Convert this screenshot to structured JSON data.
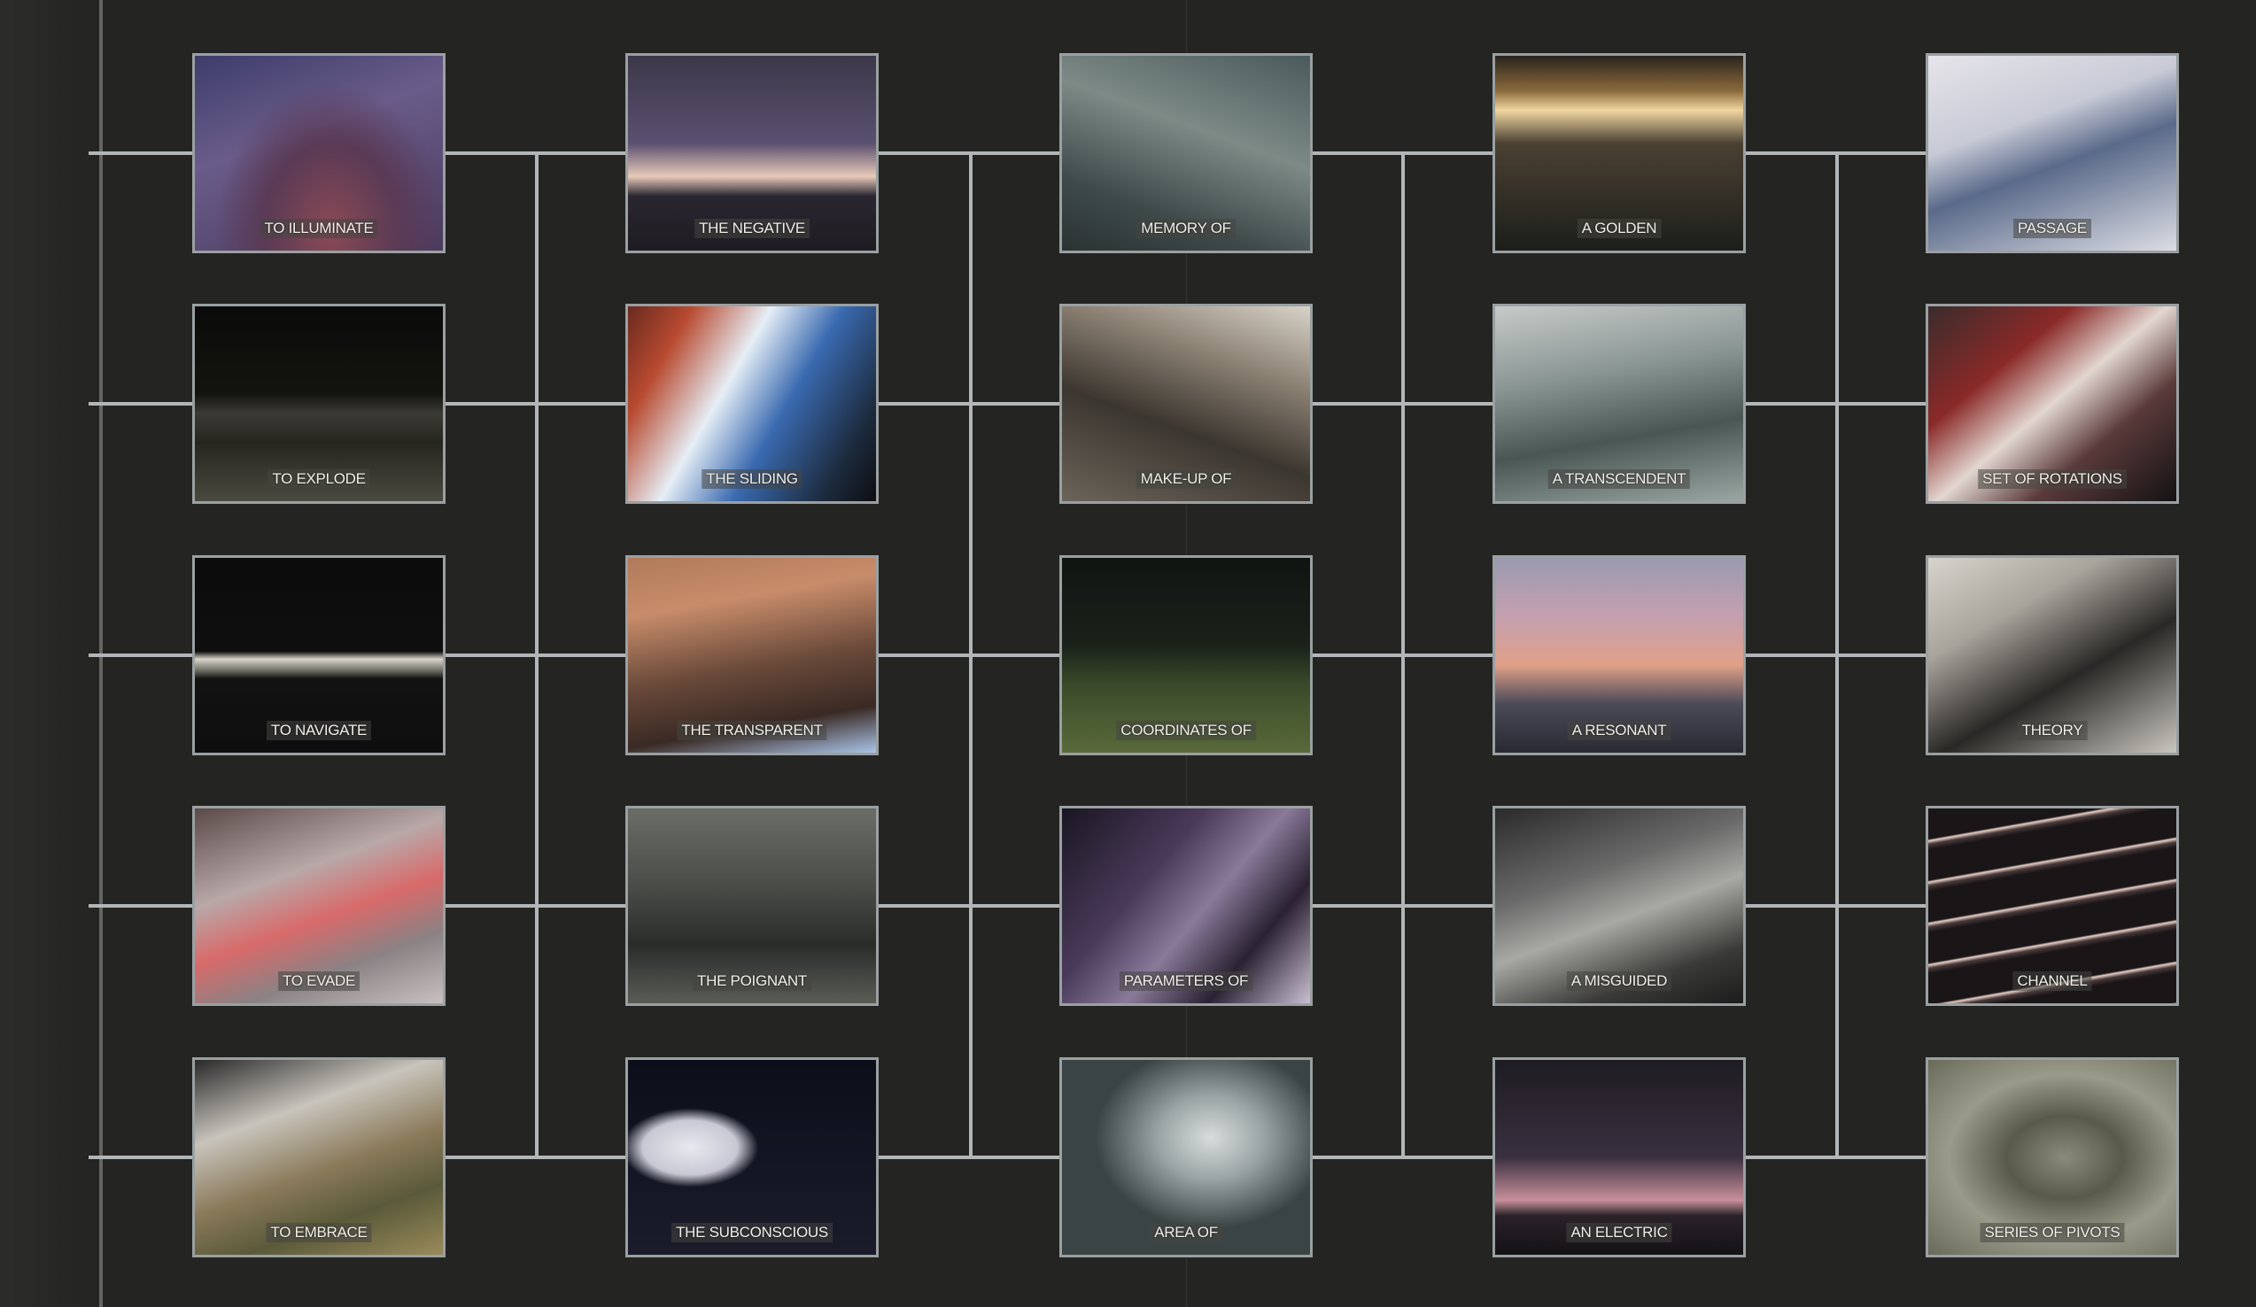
{
  "frames": [
    [
      "TO ILLUMINATE",
      "THE NEGATIVE",
      "MEMORY OF",
      "A GOLDEN",
      "PASSAGE"
    ],
    [
      "TO EXPLODE",
      "THE SLIDING",
      "MAKE-UP OF",
      "A TRANSCENDENT",
      "SET OF ROTATIONS"
    ],
    [
      "TO NAVIGATE",
      "THE TRANSPARENT",
      "COORDINATES OF",
      "A RESONANT",
      "THEORY"
    ],
    [
      "TO EVADE",
      "THE POIGNANT",
      "PARAMETERS OF",
      "A MISGUIDED",
      "CHANNEL"
    ],
    [
      "TO EMBRACE",
      "THE SUBCONSCIOUS",
      "AREA OF",
      "AN ELECTRIC",
      "SERIES OF PIVOTS"
    ]
  ],
  "colors": {
    "background": "#242422",
    "grid_line": "#b3b6b8",
    "frame_border": "#9aa0a2",
    "caption_text": "#f1efe8"
  }
}
